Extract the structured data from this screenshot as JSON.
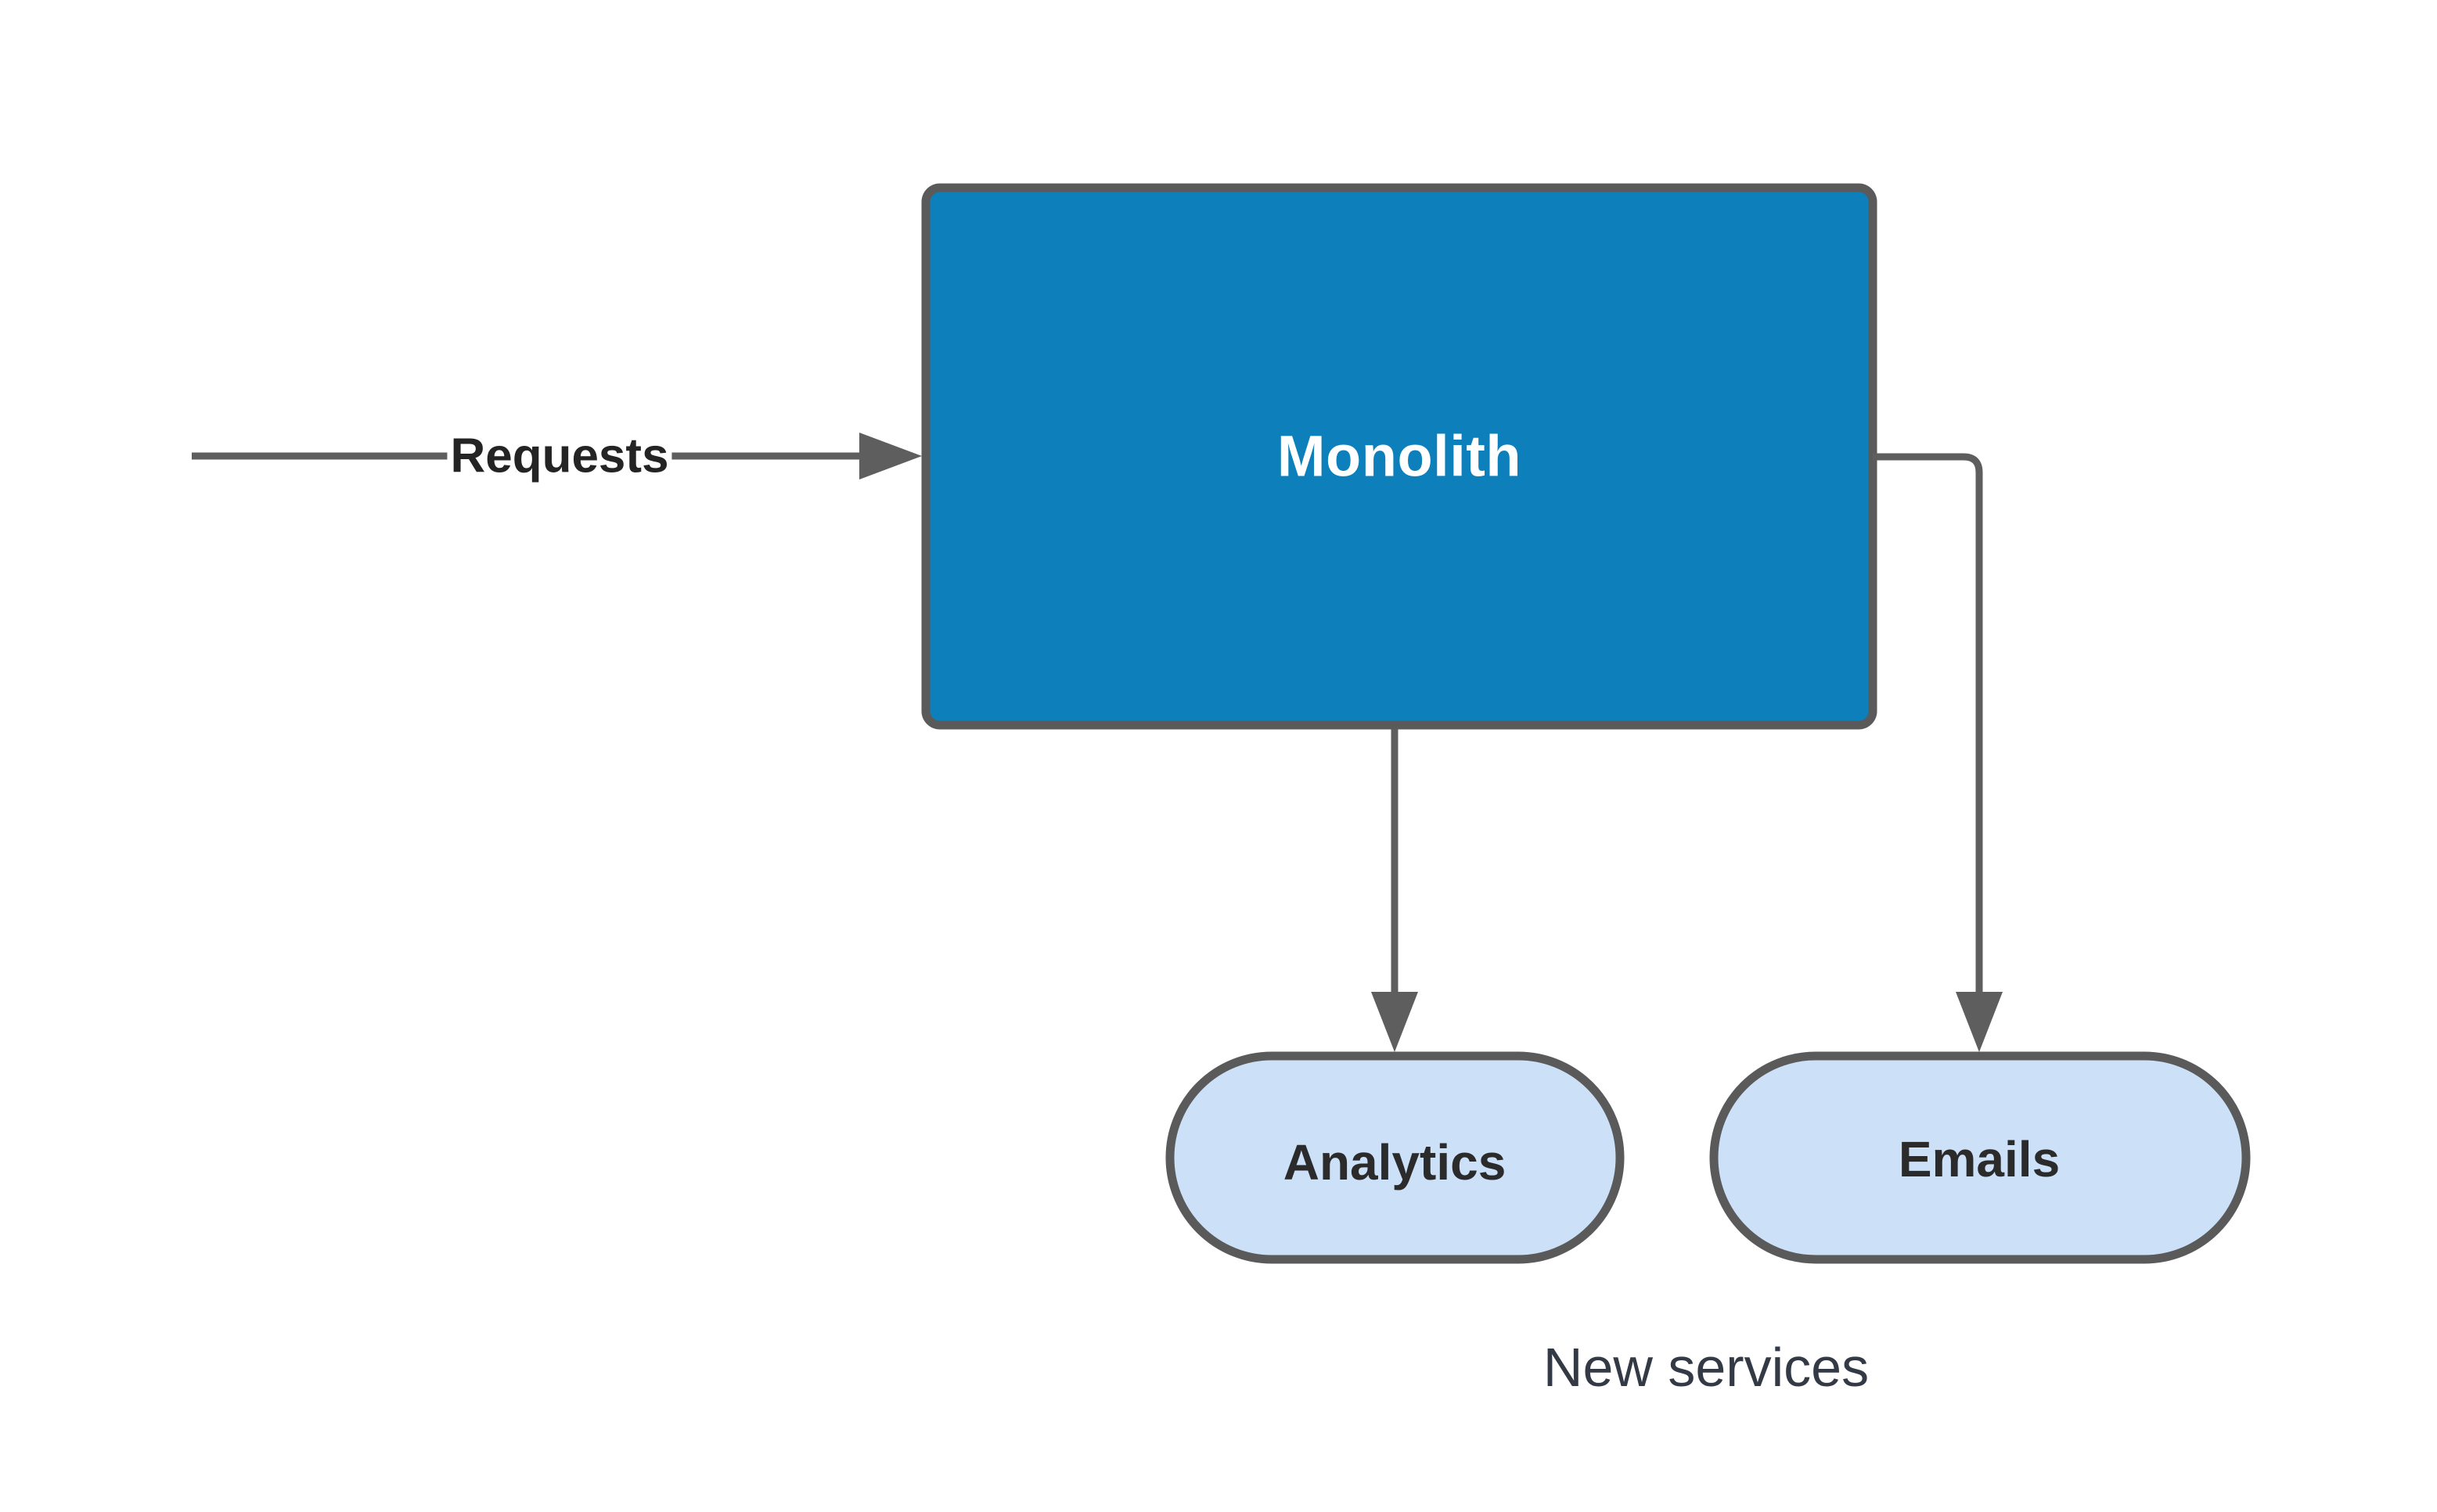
{
  "diagram": {
    "type": "flowchart",
    "background_color": "#ffffff",
    "edge_color": "#5e5e5e",
    "nodes": [
      {
        "id": "monolith",
        "label": "Monolith",
        "shape": "rounded-rectangle",
        "fill_color": "#0d7fba",
        "border_color": "#5a5a5a",
        "text_color": "#ffffff"
      },
      {
        "id": "analytics",
        "label": "Analytics",
        "shape": "stadium",
        "fill_color": "#cce0f8",
        "border_color": "#5a5a5a",
        "text_color": "#2b2b2b"
      },
      {
        "id": "emails",
        "label": "Emails",
        "shape": "stadium",
        "fill_color": "#cce0f8",
        "border_color": "#5a5a5a",
        "text_color": "#2b2b2b"
      }
    ],
    "edges": [
      {
        "id": "requests-edge",
        "from": "external",
        "to": "monolith",
        "label": "Requests",
        "label_color": "#242424",
        "arrowhead": "filled-triangle"
      },
      {
        "id": "monolith-analytics-edge",
        "from": "monolith",
        "to": "analytics",
        "label": "",
        "arrowhead": "filled-triangle"
      },
      {
        "id": "monolith-emails-edge",
        "from": "monolith",
        "to": "emails",
        "label": "",
        "arrowhead": "filled-triangle"
      }
    ],
    "captions": [
      {
        "id": "new-services",
        "text": "New services",
        "color": "#333a45"
      }
    ]
  }
}
